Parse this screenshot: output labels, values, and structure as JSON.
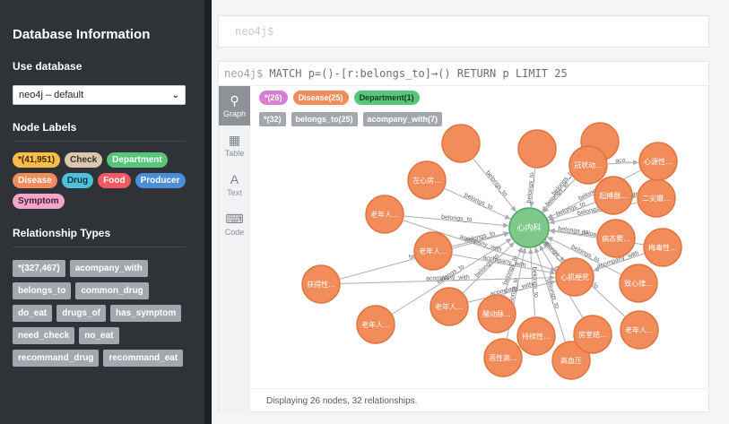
{
  "sidebar": {
    "title": "Database Information",
    "use_database_heading": "Use database",
    "database_select_value": "neo4j – default",
    "node_labels_heading": "Node Labels",
    "node_labels": [
      {
        "label": "*(41,951)",
        "bg": "#fbbc4a",
        "fg": "#3a2a00"
      },
      {
        "label": "Check",
        "bg": "#d9c8ae",
        "fg": "#3a3022"
      },
      {
        "label": "Department",
        "bg": "#57c57a",
        "fg": "#ffffff"
      },
      {
        "label": "Disease",
        "bg": "#f28c5a",
        "fg": "#ffffff"
      },
      {
        "label": "Drug",
        "bg": "#4fc2d9",
        "fg": "#103440"
      },
      {
        "label": "Food",
        "bg": "#f15a61",
        "fg": "#ffffff"
      },
      {
        "label": "Producer",
        "bg": "#4a8fd6",
        "fg": "#ffffff"
      },
      {
        "label": "Symptom",
        "bg": "#f0a7c8",
        "fg": "#4a2033"
      }
    ],
    "relationship_types_heading": "Relationship Types",
    "relationship_types": [
      "*(327,467)",
      "acompany_with",
      "belongs_to",
      "common_drug",
      "do_eat",
      "drugs_of",
      "has_symptom",
      "need_check",
      "no_eat",
      "recommand_drug",
      "recommand_eat"
    ]
  },
  "editor": {
    "placeholder": "neo4j$"
  },
  "frame": {
    "prompt": "neo4j$",
    "query": "MATCH p=()-[r:belongs_to]→() RETURN p LIMIT 25",
    "view_buttons": [
      {
        "label": "Graph",
        "icon": "graph-icon",
        "glyph": "⚲"
      },
      {
        "label": "Table",
        "icon": "table-icon",
        "glyph": "▦"
      },
      {
        "label": "Text",
        "icon": "text-icon",
        "glyph": "A"
      },
      {
        "label": "Code",
        "icon": "code-icon",
        "glyph": "⌨"
      }
    ],
    "legend_nodes": [
      {
        "label": "*(26)",
        "bg": "#d87fd3",
        "fg": "#ffffff"
      },
      {
        "label": "Disease(25)",
        "bg": "#f28c5a",
        "fg": "#ffffff"
      },
      {
        "label": "Department(1)",
        "bg": "#57c57a",
        "fg": "#153d20"
      }
    ],
    "legend_rels": [
      "*(32)",
      "belongs_to(25)",
      "acompany_with(7)"
    ],
    "status": "Displaying 26 nodes, 32 relationships."
  },
  "graph": {
    "center_label": "心内科",
    "center_color": "#7cc98a",
    "node_color": "#f28c5a",
    "node_labels": [
      "左心房...",
      "老年人...",
      "老年人...",
      "获得性...",
      "老年人...",
      "老年人...",
      "酸动脉...",
      "持续性...",
      "恶性高...",
      "高血压",
      "房室结...",
      "老年人...",
      "心肌梗死",
      "致心律...",
      "梅毒性...",
      "病态窦...",
      "二尖瓣...",
      "起搏器...",
      "冠状动...",
      "心源性..."
    ],
    "edge_labels": {
      "belongs_to": "belongs_to",
      "acompany_with": "acompany_with",
      "acompany_short": "aco..."
    }
  }
}
